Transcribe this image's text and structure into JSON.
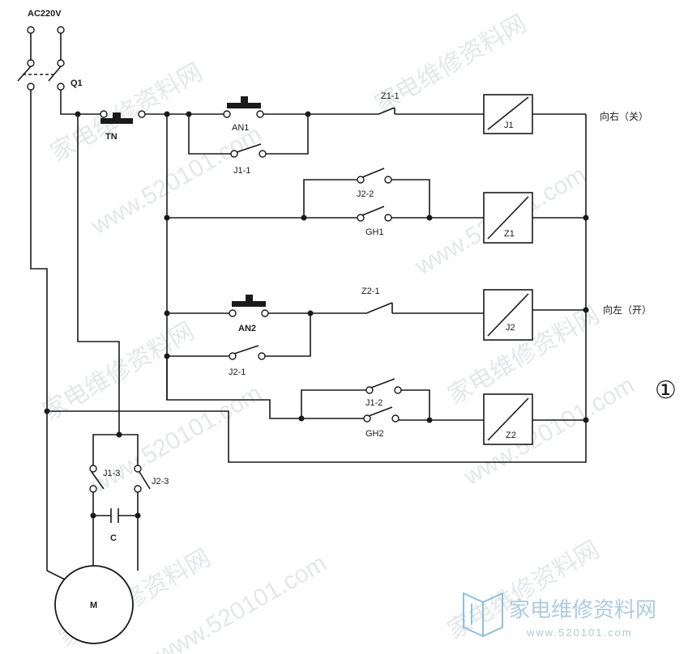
{
  "labels": {
    "supply": "AC220V",
    "breaker": "Q1",
    "stop_button": "TN",
    "an1": "AN1",
    "j1_1": "J1-1",
    "z1_1": "Z1-1",
    "j1": "J1",
    "right_close": "向右（关）",
    "j2_2": "J2-2",
    "gh1": "GH1",
    "z1": "Z1",
    "z2_1": "Z2-1",
    "an2": "AN2",
    "j2": "J2",
    "left_open": "向左（开）",
    "j2_1": "J2-1",
    "j1_2": "J1-2",
    "gh2": "GH2",
    "z2": "Z2",
    "j1_3": "J1-3",
    "j2_3": "J2-3",
    "capacitor": "C",
    "motor": "M",
    "figure_number": "①"
  },
  "watermark": {
    "site_name": "家电维修资料网",
    "domain": "www.520101.com",
    "logo_url": "www.520101.com"
  },
  "colors": {
    "ink": "#1a1a1a",
    "watermark": "#cfd3d6",
    "logo": "#9fc3d8"
  }
}
